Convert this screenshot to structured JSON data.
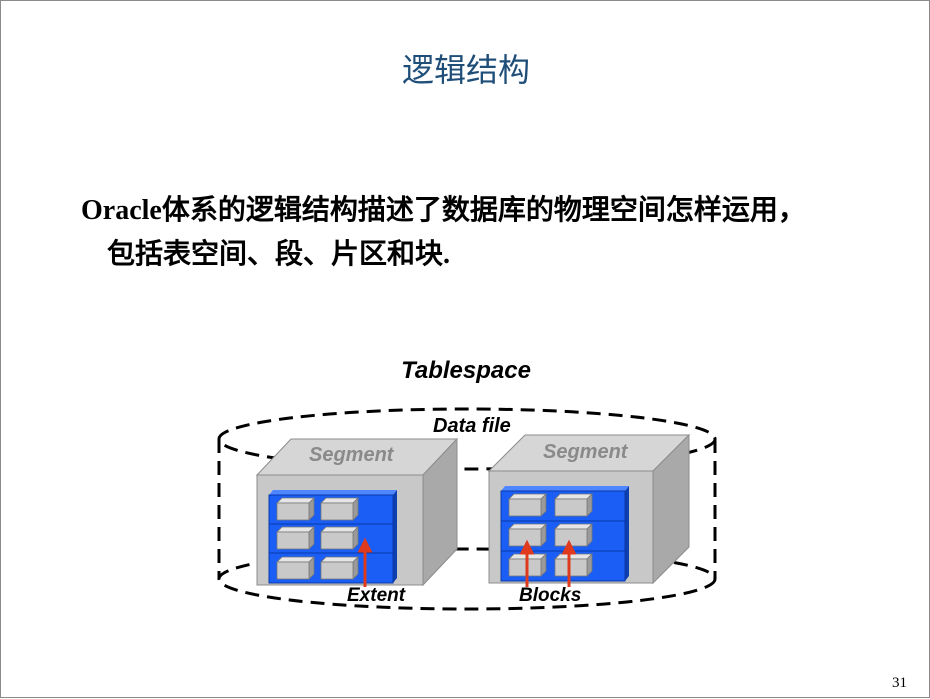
{
  "slide": {
    "title": "逻辑结构",
    "body_line1": "Oracle体系的逻辑结构描述了数据库的物理空间怎样运用，",
    "body_line2": "包括表空间、段、片区和块.",
    "page_number": "31"
  },
  "diagram": {
    "title": "Tablespace",
    "data_file_label": "Data file",
    "segment_label_left": "Segment",
    "segment_label_right": "Segment",
    "extent_label": "Extent",
    "blocks_label": "Blocks",
    "colors": {
      "box_front": "#c8c8c8",
      "box_top": "#d6d6d6",
      "box_side": "#a9a9a9",
      "extent_blue": "#1a5ef5",
      "arrow_red": "#e03a1e"
    }
  }
}
